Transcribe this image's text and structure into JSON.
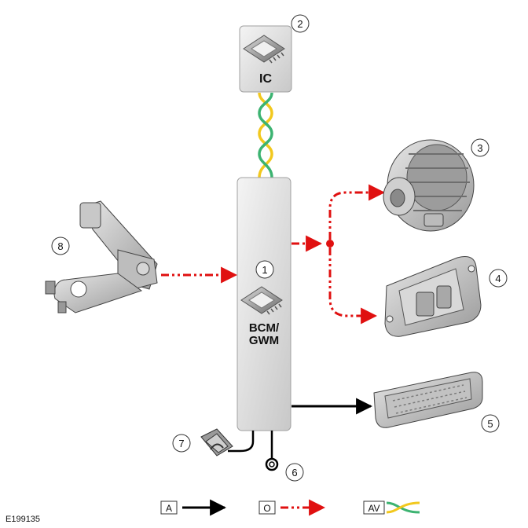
{
  "modules": {
    "ic": {
      "label": "IC",
      "number": "2"
    },
    "bcm": {
      "label_line1": "BCM/",
      "label_line2": "GWM",
      "number": "1"
    }
  },
  "components": {
    "alternator": {
      "number": "3"
    },
    "lin_module": {
      "number": "4"
    },
    "fuse_box": {
      "number": "5"
    },
    "ground": {
      "number": "6"
    },
    "fuse": {
      "number": "7"
    },
    "battery_sensor": {
      "number": "8"
    }
  },
  "legend": {
    "a": {
      "code": "A",
      "color": "#000000"
    },
    "o": {
      "code": "O",
      "color": "#e01010"
    },
    "av": {
      "code": "AV",
      "colors": [
        "#3cb371",
        "#f2c81e"
      ]
    }
  },
  "figure_ref": "E199135"
}
